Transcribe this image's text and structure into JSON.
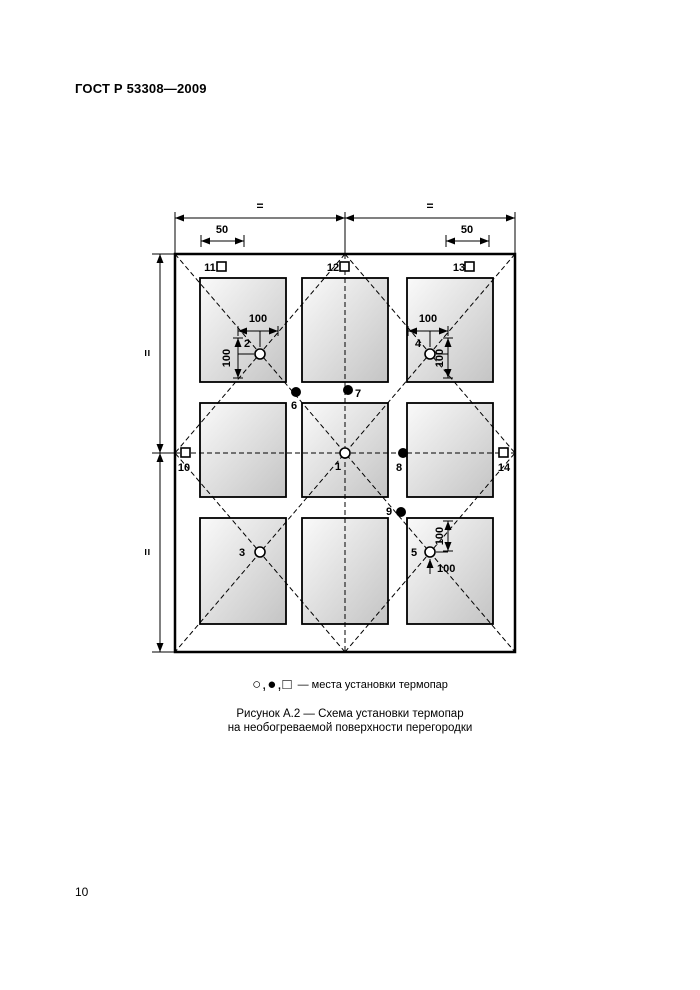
{
  "header": {
    "title": "ГОСТ Р 53308—2009"
  },
  "footer": {
    "page_number": "10"
  },
  "diagram": {
    "points": {
      "p1": "1",
      "p2": "2",
      "p3": "3",
      "p4": "4",
      "p5": "5",
      "p6": "6",
      "p7": "7",
      "p8": "8",
      "p9": "9",
      "p10": "10",
      "p11": "11",
      "p12": "12",
      "p13": "13",
      "p14": "14"
    },
    "dimensions": {
      "equal_top_left": "=",
      "equal_top_right": "=",
      "equal_left_top": "=",
      "equal_left_bottom": "=",
      "offset_left": "50",
      "offset_right": "50",
      "p2_horizontal": "100",
      "p2_vertical": "100",
      "p4_horizontal": "100",
      "p4_vertical": "100",
      "p5_vertical": "100",
      "p5_horizontal": "100"
    }
  },
  "legend": {
    "symbols": "○,●,□",
    "label": "— места установки термопар"
  },
  "caption": {
    "line1": "Рисунок А.2 — Схема установки термопар",
    "line2": "на необогреваемой поверхности перегородки"
  }
}
